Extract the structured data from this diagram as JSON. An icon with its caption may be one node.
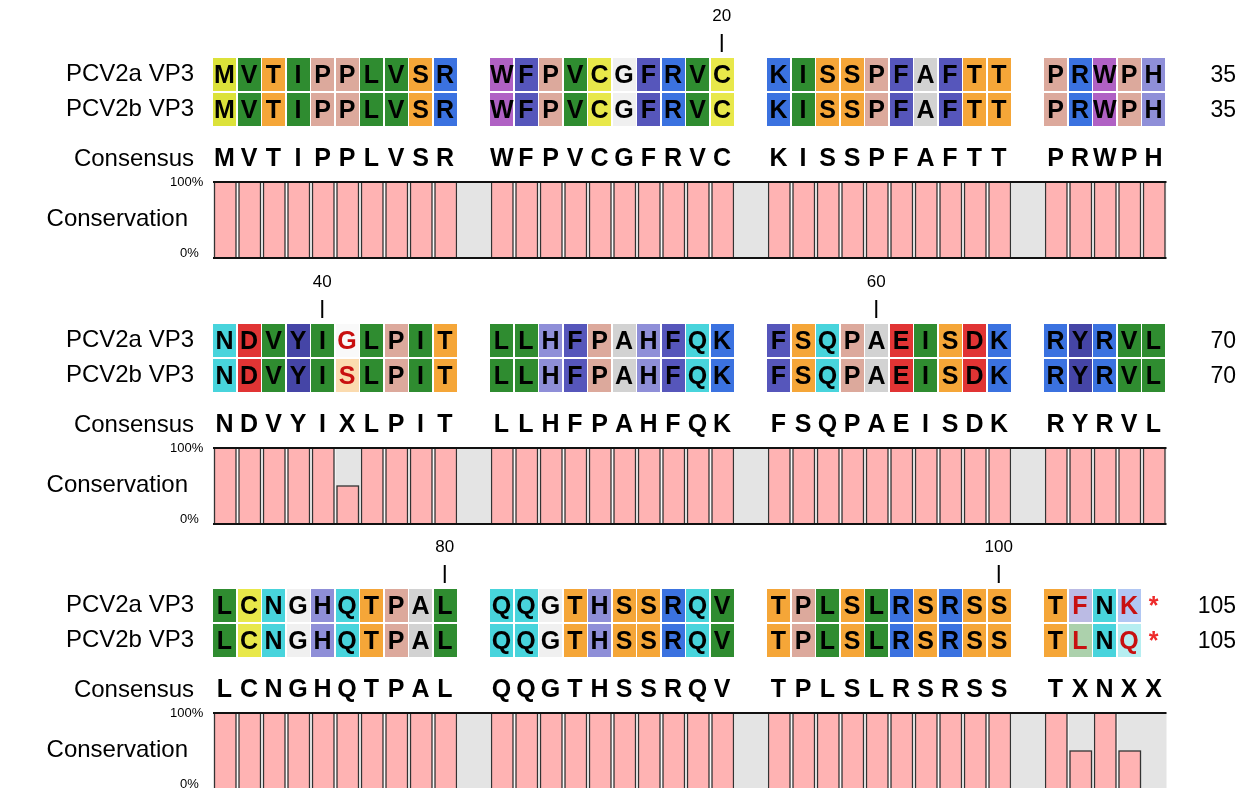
{
  "diagram": {
    "labels": [
      "20",
      "PCV2a VP3",
      "M",
      "V",
      "T",
      "I",
      "P",
      "P",
      "L",
      "V",
      "S",
      "R",
      "W",
      "F",
      "P",
      "V",
      "C",
      "G",
      "F",
      "R",
      "V",
      "C",
      "K",
      "I",
      "S",
      "S",
      "P",
      "F",
      "A",
      "F",
      "T",
      "T",
      "P",
      "R",
      "W",
      "P",
      "H",
      "35",
      "PCV2b VP3",
      "M",
      "V",
      "T",
      "I",
      "P",
      "P",
      "L",
      "V",
      "S",
      "R",
      "W",
      "F",
      "P",
      "V",
      "C",
      "G",
      "F",
      "R",
      "V",
      "C",
      "K",
      "I",
      "S",
      "S",
      "P",
      "F",
      "A",
      "F",
      "T",
      "T",
      "P",
      "R",
      "W",
      "P",
      "H",
      "35",
      "Consensus",
      "M",
      "V",
      "T",
      "I",
      "P",
      "P",
      "L",
      "V",
      "S",
      "R",
      "W",
      "F",
      "P",
      "V",
      "C",
      "G",
      "F",
      "R",
      "V",
      "C",
      "K",
      "I",
      "S",
      "S",
      "P",
      "F",
      "A",
      "F",
      "T",
      "T",
      "P",
      "R",
      "W",
      "P",
      "H",
      "100%",
      "Conservation",
      "0%",
      "40",
      "60",
      "PCV2a VP3",
      "N",
      "D",
      "V",
      "Y",
      "I",
      "G",
      "L",
      "P",
      "I",
      "T",
      "L",
      "L",
      "H",
      "F",
      "P",
      "A",
      "H",
      "F",
      "Q",
      "K",
      "F",
      "S",
      "Q",
      "P",
      "A",
      "E",
      "I",
      "S",
      "D",
      "K",
      "R",
      "Y",
      "R",
      "V",
      "L",
      "70",
      "PCV2b VP3",
      "N",
      "D",
      "V",
      "Y",
      "I",
      "S",
      "L",
      "P",
      "I",
      "T",
      "L",
      "L",
      "H",
      "F",
      "P",
      "A",
      "H",
      "F",
      "Q",
      "K",
      "F",
      "S",
      "Q",
      "P",
      "A",
      "E",
      "I",
      "S",
      "D",
      "K",
      "R",
      "Y",
      "R",
      "V",
      "L",
      "70",
      "Consensus",
      "N",
      "D",
      "V",
      "Y",
      "I",
      "X",
      "L",
      "P",
      "I",
      "T",
      "L",
      "L",
      "H",
      "F",
      "P",
      "A",
      "H",
      "F",
      "Q",
      "K",
      "F",
      "S",
      "Q",
      "P",
      "A",
      "E",
      "I",
      "S",
      "D",
      "K",
      "R",
      "Y",
      "R",
      "V",
      "L",
      "100%",
      "Conservation",
      "0%",
      "80",
      "100",
      "PCV2a VP3",
      "L",
      "C",
      "N",
      "G",
      "H",
      "Q",
      "T",
      "P",
      "A",
      "L",
      "Q",
      "Q",
      "G",
      "T",
      "H",
      "S",
      "S",
      "R",
      "Q",
      "V",
      "T",
      "P",
      "L",
      "S",
      "L",
      "R",
      "S",
      "R",
      "S",
      "S",
      "T",
      "F",
      "N",
      "K",
      "*",
      "105",
      "PCV2b VP3",
      "L",
      "C",
      "N",
      "G",
      "H",
      "Q",
      "T",
      "P",
      "A",
      "L",
      "Q",
      "Q",
      "G",
      "T",
      "H",
      "S",
      "S",
      "R",
      "Q",
      "V",
      "T",
      "P",
      "L",
      "S",
      "L",
      "R",
      "S",
      "R",
      "S",
      "S",
      "T",
      "L",
      "N",
      "Q",
      "*",
      "105",
      "Consensus",
      "L",
      "C",
      "N",
      "G",
      "H",
      "Q",
      "T",
      "P",
      "A",
      "L",
      "Q",
      "Q",
      "G",
      "T",
      "H",
      "S",
      "S",
      "R",
      "Q",
      "V",
      "T",
      "P",
      "L",
      "S",
      "L",
      "R",
      "S",
      "R",
      "S",
      "S",
      "T",
      "X",
      "N",
      "X",
      "X",
      "100%",
      "Conservation",
      "0%"
    ]
  }
}
